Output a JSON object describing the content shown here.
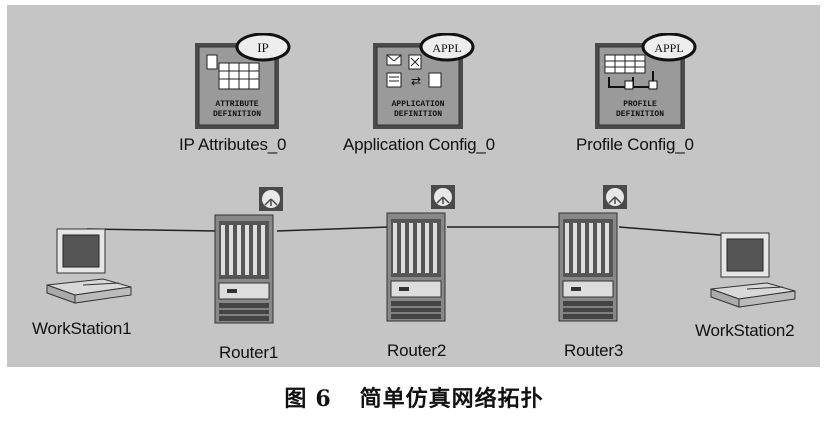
{
  "definition_objects": [
    {
      "name_label": "IP Attributes_0",
      "badge": "IP",
      "icon_line1": "ATTRIBUTE",
      "icon_line2": "DEFINITION",
      "icon": "attribute-definition-icon"
    },
    {
      "name_label": "Application Config_0",
      "badge": "APPL",
      "icon_line1": "APPLICATION",
      "icon_line2": "DEFINITION",
      "icon": "application-definition-icon"
    },
    {
      "name_label": "Profile Config_0",
      "badge": "APPL",
      "icon_line1": "PROFILE",
      "icon_line2": "DEFINITION",
      "icon": "profile-definition-icon"
    }
  ],
  "network_nodes": [
    {
      "name_label": "WorkStation1",
      "icon": "workstation-icon"
    },
    {
      "name_label": "Router1",
      "icon": "router-icon"
    },
    {
      "name_label": "Router2",
      "icon": "router-icon"
    },
    {
      "name_label": "Router3",
      "icon": "router-icon"
    },
    {
      "name_label": "WorkStation2",
      "icon": "workstation-icon"
    }
  ],
  "links": [
    {
      "from": "WorkStation1",
      "to": "Router1"
    },
    {
      "from": "Router1",
      "to": "Router2"
    },
    {
      "from": "Router2",
      "to": "Router3"
    },
    {
      "from": "Router3",
      "to": "WorkStation2"
    }
  ],
  "caption": {
    "figure": "图",
    "number": "6",
    "title": "简单仿真网络拓扑"
  },
  "colors": {
    "canvas": "#c5c5c5",
    "icon_dark": "#4a4a4a",
    "icon_light": "#e8e8e8"
  }
}
